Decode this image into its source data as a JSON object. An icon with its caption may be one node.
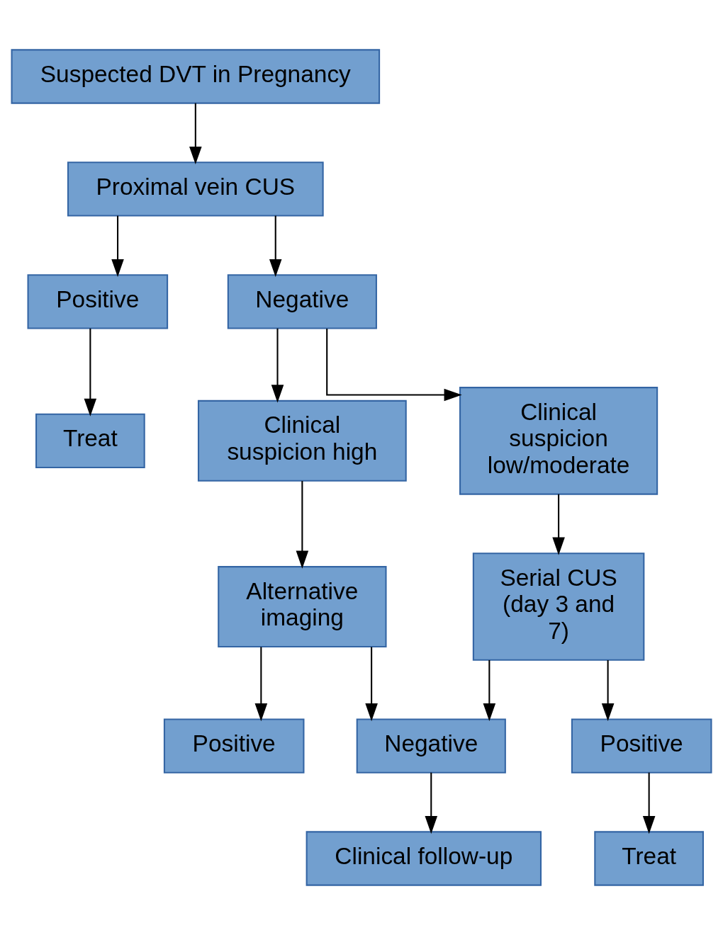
{
  "diagram": {
    "nodes": [
      {
        "text": [
          "Suspected DVT in Pregnancy"
        ]
      },
      {
        "text": [
          "Proximal vein CUS"
        ]
      },
      {
        "text": [
          "Positive"
        ]
      },
      {
        "text": [
          "Negative"
        ]
      },
      {
        "text": [
          "Clinical suspicion high"
        ]
      },
      {
        "text": [
          "Clinical suspicion low/moderate"
        ]
      },
      {
        "text": [
          "Alternative imaging"
        ]
      },
      {
        "text": [
          "Serial CUS (day 3 and 7)"
        ]
      },
      {
        "text": [
          "Positive"
        ]
      },
      {
        "text": [
          "Negative"
        ]
      },
      {
        "text": [
          "Positive"
        ]
      },
      {
        "text": [
          "Treat"
        ]
      },
      {
        "text": [
          "Clinical follow-up"
        ]
      },
      {
        "text": [
          "Treat"
        ]
      }
    ],
    "edges": [
      {
        "from": 0,
        "to": 1,
        "arrow": "to"
      },
      {
        "from": 1,
        "to": 2,
        "arrow": "to"
      },
      {
        "from": 1,
        "to": 3,
        "arrow": "to"
      },
      {
        "from": 2,
        "to": 11,
        "arrow": "to"
      },
      {
        "from": 3,
        "to": 4,
        "arrow": "to"
      },
      {
        "from": 3,
        "to": 5,
        "arrow": "to"
      },
      {
        "from": 4,
        "to": 6,
        "arrow": "to"
      },
      {
        "from": 5,
        "to": 7,
        "arrow": "to"
      },
      {
        "from": 6,
        "to": 8,
        "arrow": "to"
      },
      {
        "from": 6,
        "to": 9,
        "arrow": "to"
      },
      {
        "from": 7,
        "to": 9,
        "arrow": "to"
      },
      {
        "from": 7,
        "to": 10,
        "arrow": "to"
      },
      {
        "from": 9,
        "to": 12,
        "arrow": "to"
      },
      {
        "from": 10,
        "to": 13,
        "arrow": "to"
      }
    ]
  }
}
